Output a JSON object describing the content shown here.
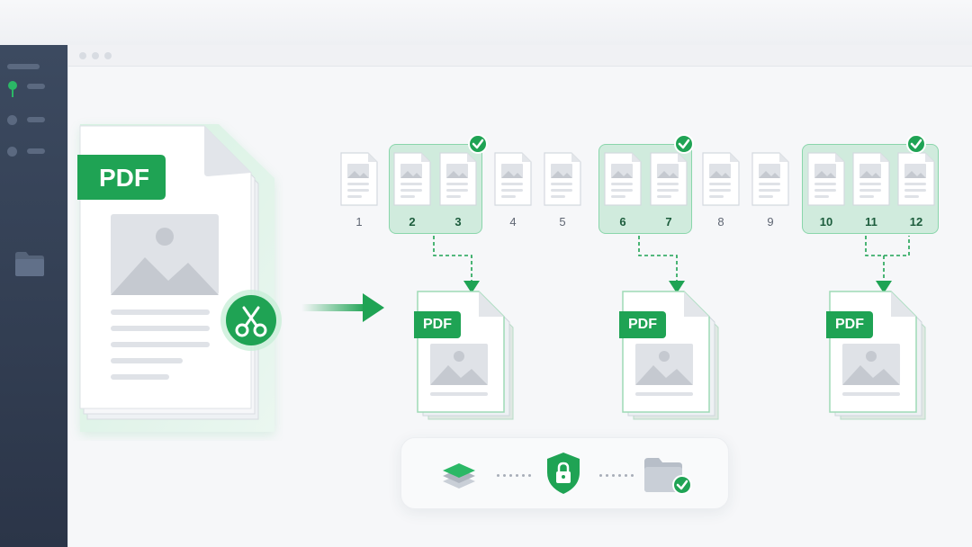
{
  "source": {
    "badge": "PDF"
  },
  "pages": [
    {
      "num": "1",
      "selected": false
    },
    {
      "num": "2",
      "selected": true
    },
    {
      "num": "3",
      "selected": true
    },
    {
      "num": "4",
      "selected": false
    },
    {
      "num": "5",
      "selected": false
    },
    {
      "num": "6",
      "selected": true
    },
    {
      "num": "7",
      "selected": true
    },
    {
      "num": "8",
      "selected": false
    },
    {
      "num": "9",
      "selected": false
    },
    {
      "num": "10",
      "selected": true
    },
    {
      "num": "11",
      "selected": true
    },
    {
      "num": "12",
      "selected": true
    }
  ],
  "outputs": [
    {
      "badge": "PDF"
    },
    {
      "badge": "PDF"
    },
    {
      "badge": "PDF"
    }
  ],
  "icons": {
    "split": "scissors-icon",
    "layers": "layers-icon",
    "security": "shield-lock-icon",
    "folder": "folder-check-icon",
    "done": "check-icon"
  },
  "colors": {
    "accent": "#1fa354",
    "accent_dark": "#14803f",
    "selection": "#8ad6ab",
    "sidebar": "#2f3a4e"
  }
}
